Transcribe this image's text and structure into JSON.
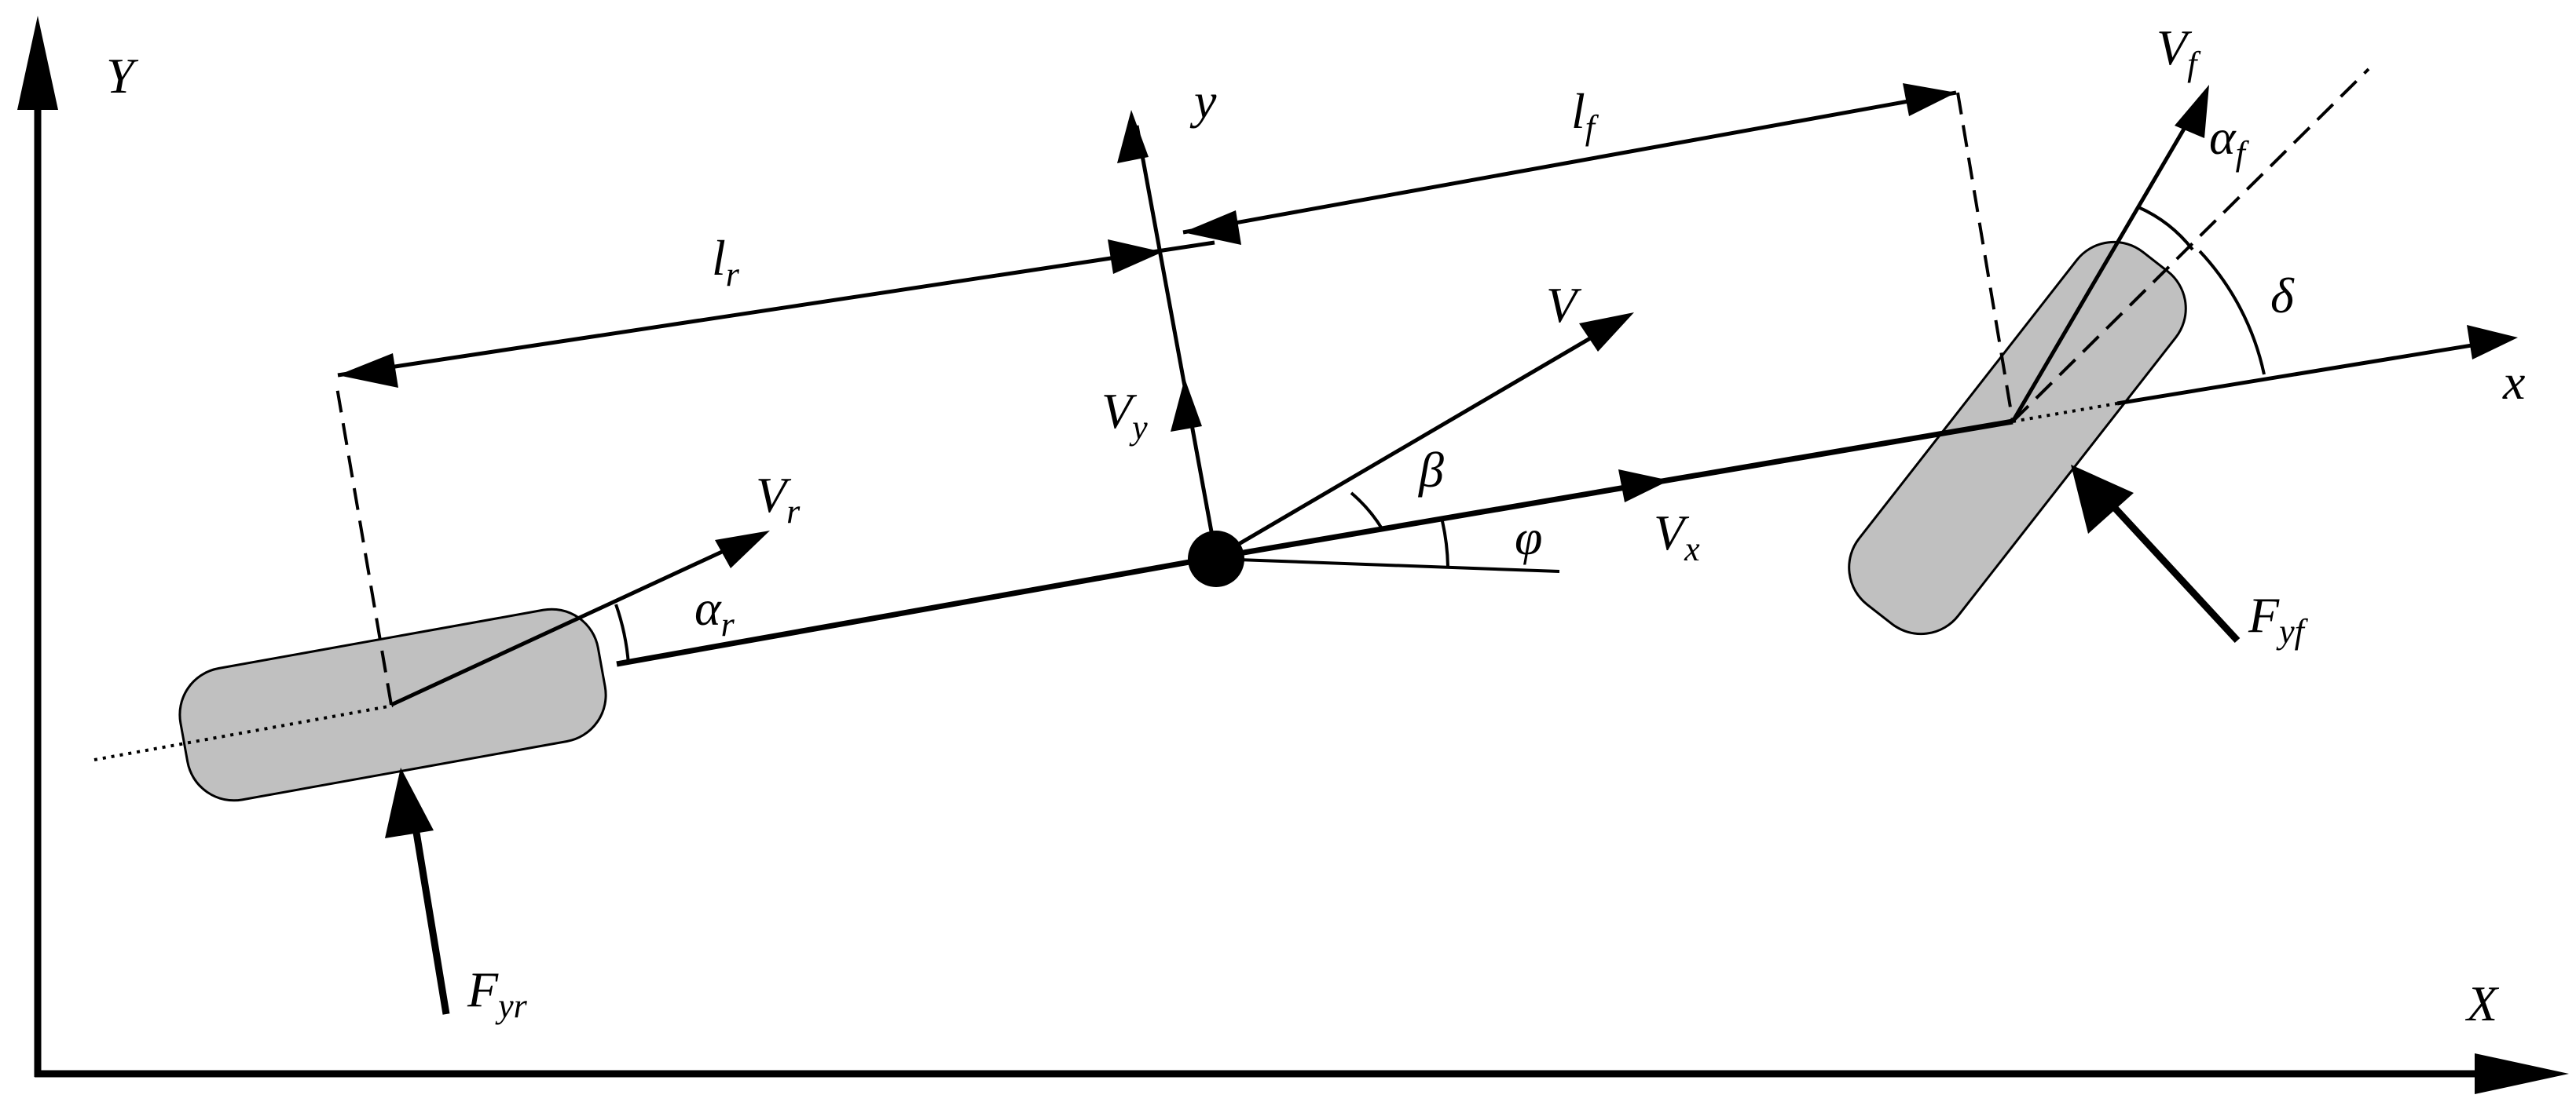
{
  "diagram": {
    "axes": {
      "X": "X",
      "Y": "Y",
      "x": "x",
      "y": "y"
    },
    "lengths": {
      "lf": {
        "main": "l",
        "sub": "f"
      },
      "lr": {
        "main": "l",
        "sub": "r"
      }
    },
    "velocities": {
      "V": "V",
      "Vf": {
        "main": "V",
        "sub": "f"
      },
      "Vr": {
        "main": "V",
        "sub": "r"
      },
      "Vx": {
        "main": "V",
        "sub": "x"
      },
      "Vy": {
        "main": "V",
        "sub": "y"
      }
    },
    "angles": {
      "beta": "β",
      "phi": "φ",
      "delta": "δ",
      "alpha_f": {
        "main": "α",
        "sub": "f"
      },
      "alpha_r": {
        "main": "α",
        "sub": "r"
      }
    },
    "forces": {
      "Fyf": {
        "main": "F",
        "sub": "yf"
      },
      "Fyr": {
        "main": "F",
        "sub": "yr"
      }
    },
    "colors": {
      "line": "#000000",
      "tire_fill": "#c0c0c0",
      "background": "#ffffff"
    }
  }
}
